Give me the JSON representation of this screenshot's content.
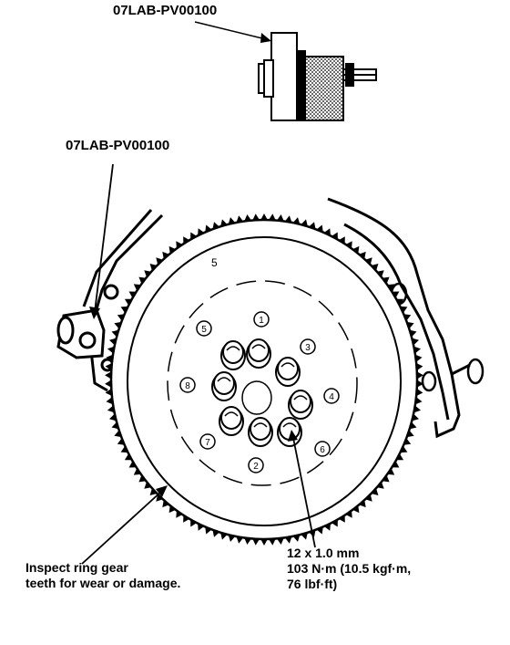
{
  "tool_top": "07LAB-PV00100",
  "tool_main": "07LAB-PV00100",
  "bolt_sequence": [
    "1",
    "2",
    "3",
    "4",
    "5",
    "6",
    "7",
    "8"
  ],
  "inspect_note": [
    "Inspect ring gear",
    "teeth for wear or damage."
  ],
  "spec_note": [
    "12 x 1.0 mm",
    "103 N·m (10.5 kgf·m,",
    "76 lbf·ft)"
  ],
  "flywheel_mark": "5"
}
